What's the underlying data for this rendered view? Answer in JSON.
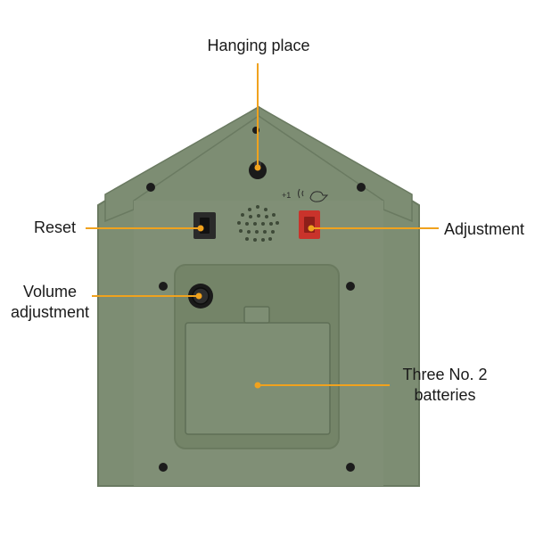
{
  "labels": {
    "hanging_place": "Hanging place",
    "reset": "Reset",
    "adjustment": "Adjustment",
    "volume_line1": "Volume",
    "volume_line2": "adjustment",
    "batteries_line1": "Three No. 2",
    "batteries_line2": "batteries"
  },
  "icon_text": {
    "plus_one": "+1"
  },
  "colors": {
    "body": "#7d8d73",
    "body_edge": "#6a7a61",
    "pointer": "#f0a21e",
    "reset_button": "#2a2a2a",
    "adjust_button": "#c9332b"
  }
}
